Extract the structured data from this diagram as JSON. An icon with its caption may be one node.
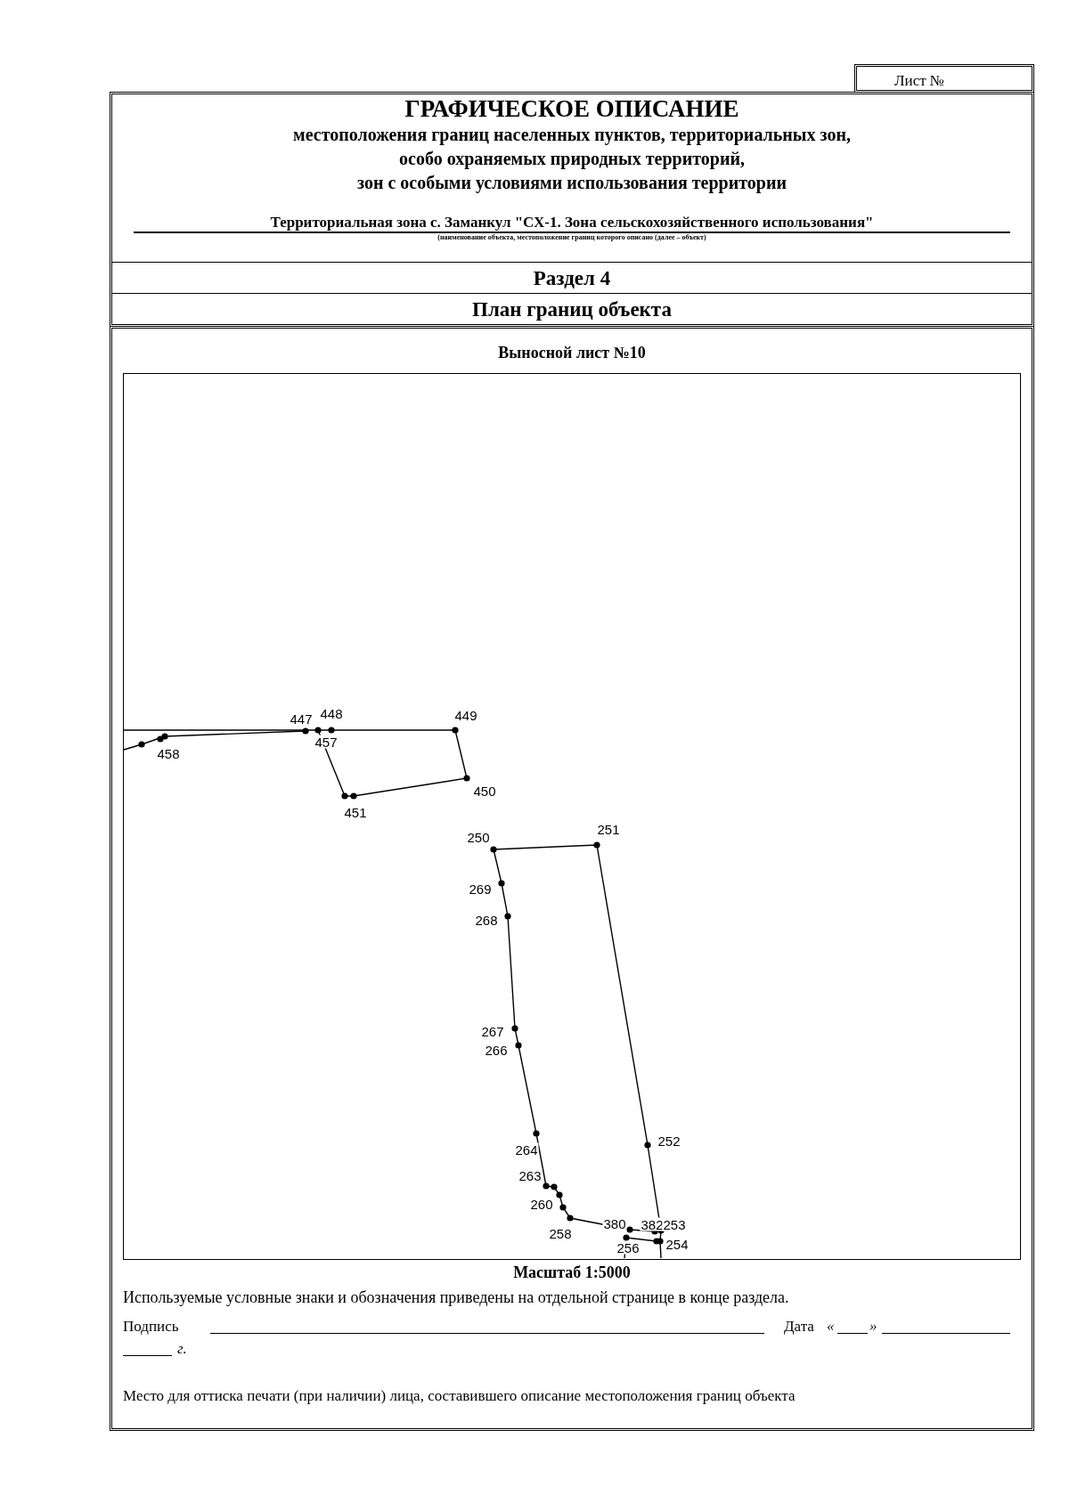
{
  "diagram": {
    "title": "ГРАФИЧЕСКОЕ ОПИСАНИЕ",
    "labels": [
      "Лист №",
      "местоположения границ населенных пунктов, территориальных зон,",
      "особо охраняемых природных территорий,",
      "зон с особыми условиями использования территории",
      "Территориальная зона с. Заманкул \"СХ-1. Зона сельскохозяйственного использования\"",
      "(наименование объекта, местоположение границ которого описано (далее – объект)",
      "Раздел 4",
      "План границ объекта",
      "Выносной лист №10",
      "447",
      "448",
      "449",
      "457",
      "458",
      "450",
      "451",
      "251",
      "250",
      "269",
      "268",
      "267",
      "266",
      "252",
      "264",
      "263",
      "260",
      "380",
      "382",
      "253",
      "258",
      "256",
      "254",
      "Масштаб 1:5000",
      "Используемые условные знаки и обозначения приведены на отдельной странице в конце раздела.",
      "Подпись",
      "Дата",
      "«",
      "»",
      "г.",
      "Место для оттиска печати (при наличии) лица, составившего описание местоположения границ объекта"
    ]
  }
}
